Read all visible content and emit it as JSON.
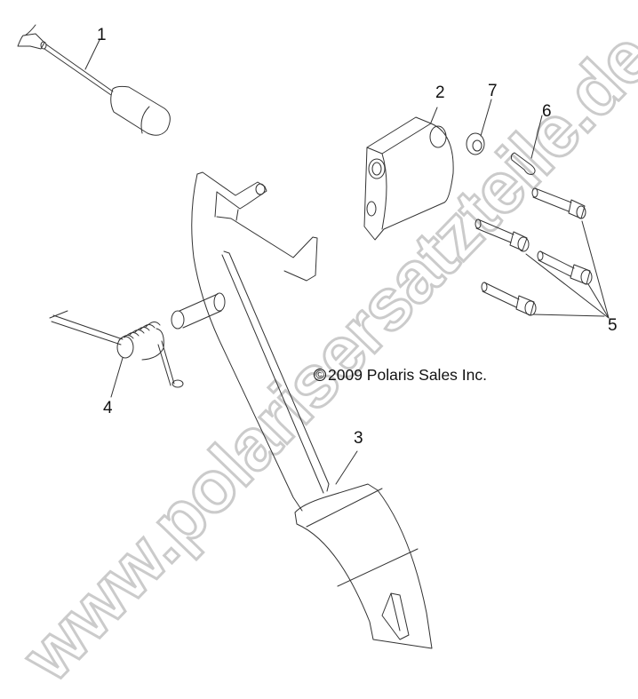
{
  "diagram": {
    "type": "exploded-parts-diagram",
    "subject": "brake pedal assembly",
    "copyright": "2009 Polaris Sales Inc.",
    "copyright_symbol": "©",
    "watermark": "www.polarisersatzteile.de",
    "watermark_color": "#c9c9c9",
    "line_color": "#333333",
    "callouts": [
      {
        "id": "1",
        "label": "1",
        "part": "brake light switch (sensor with lead)"
      },
      {
        "id": "2",
        "label": "2",
        "part": "mounting block"
      },
      {
        "id": "3",
        "label": "3",
        "part": "brake pedal"
      },
      {
        "id": "4",
        "label": "4",
        "part": "torsion return spring"
      },
      {
        "id": "5",
        "label": "5",
        "part": "socket head cap screws (x4)"
      },
      {
        "id": "6",
        "label": "6",
        "part": "cotter pin"
      },
      {
        "id": "7",
        "label": "7",
        "part": "washer"
      }
    ]
  }
}
